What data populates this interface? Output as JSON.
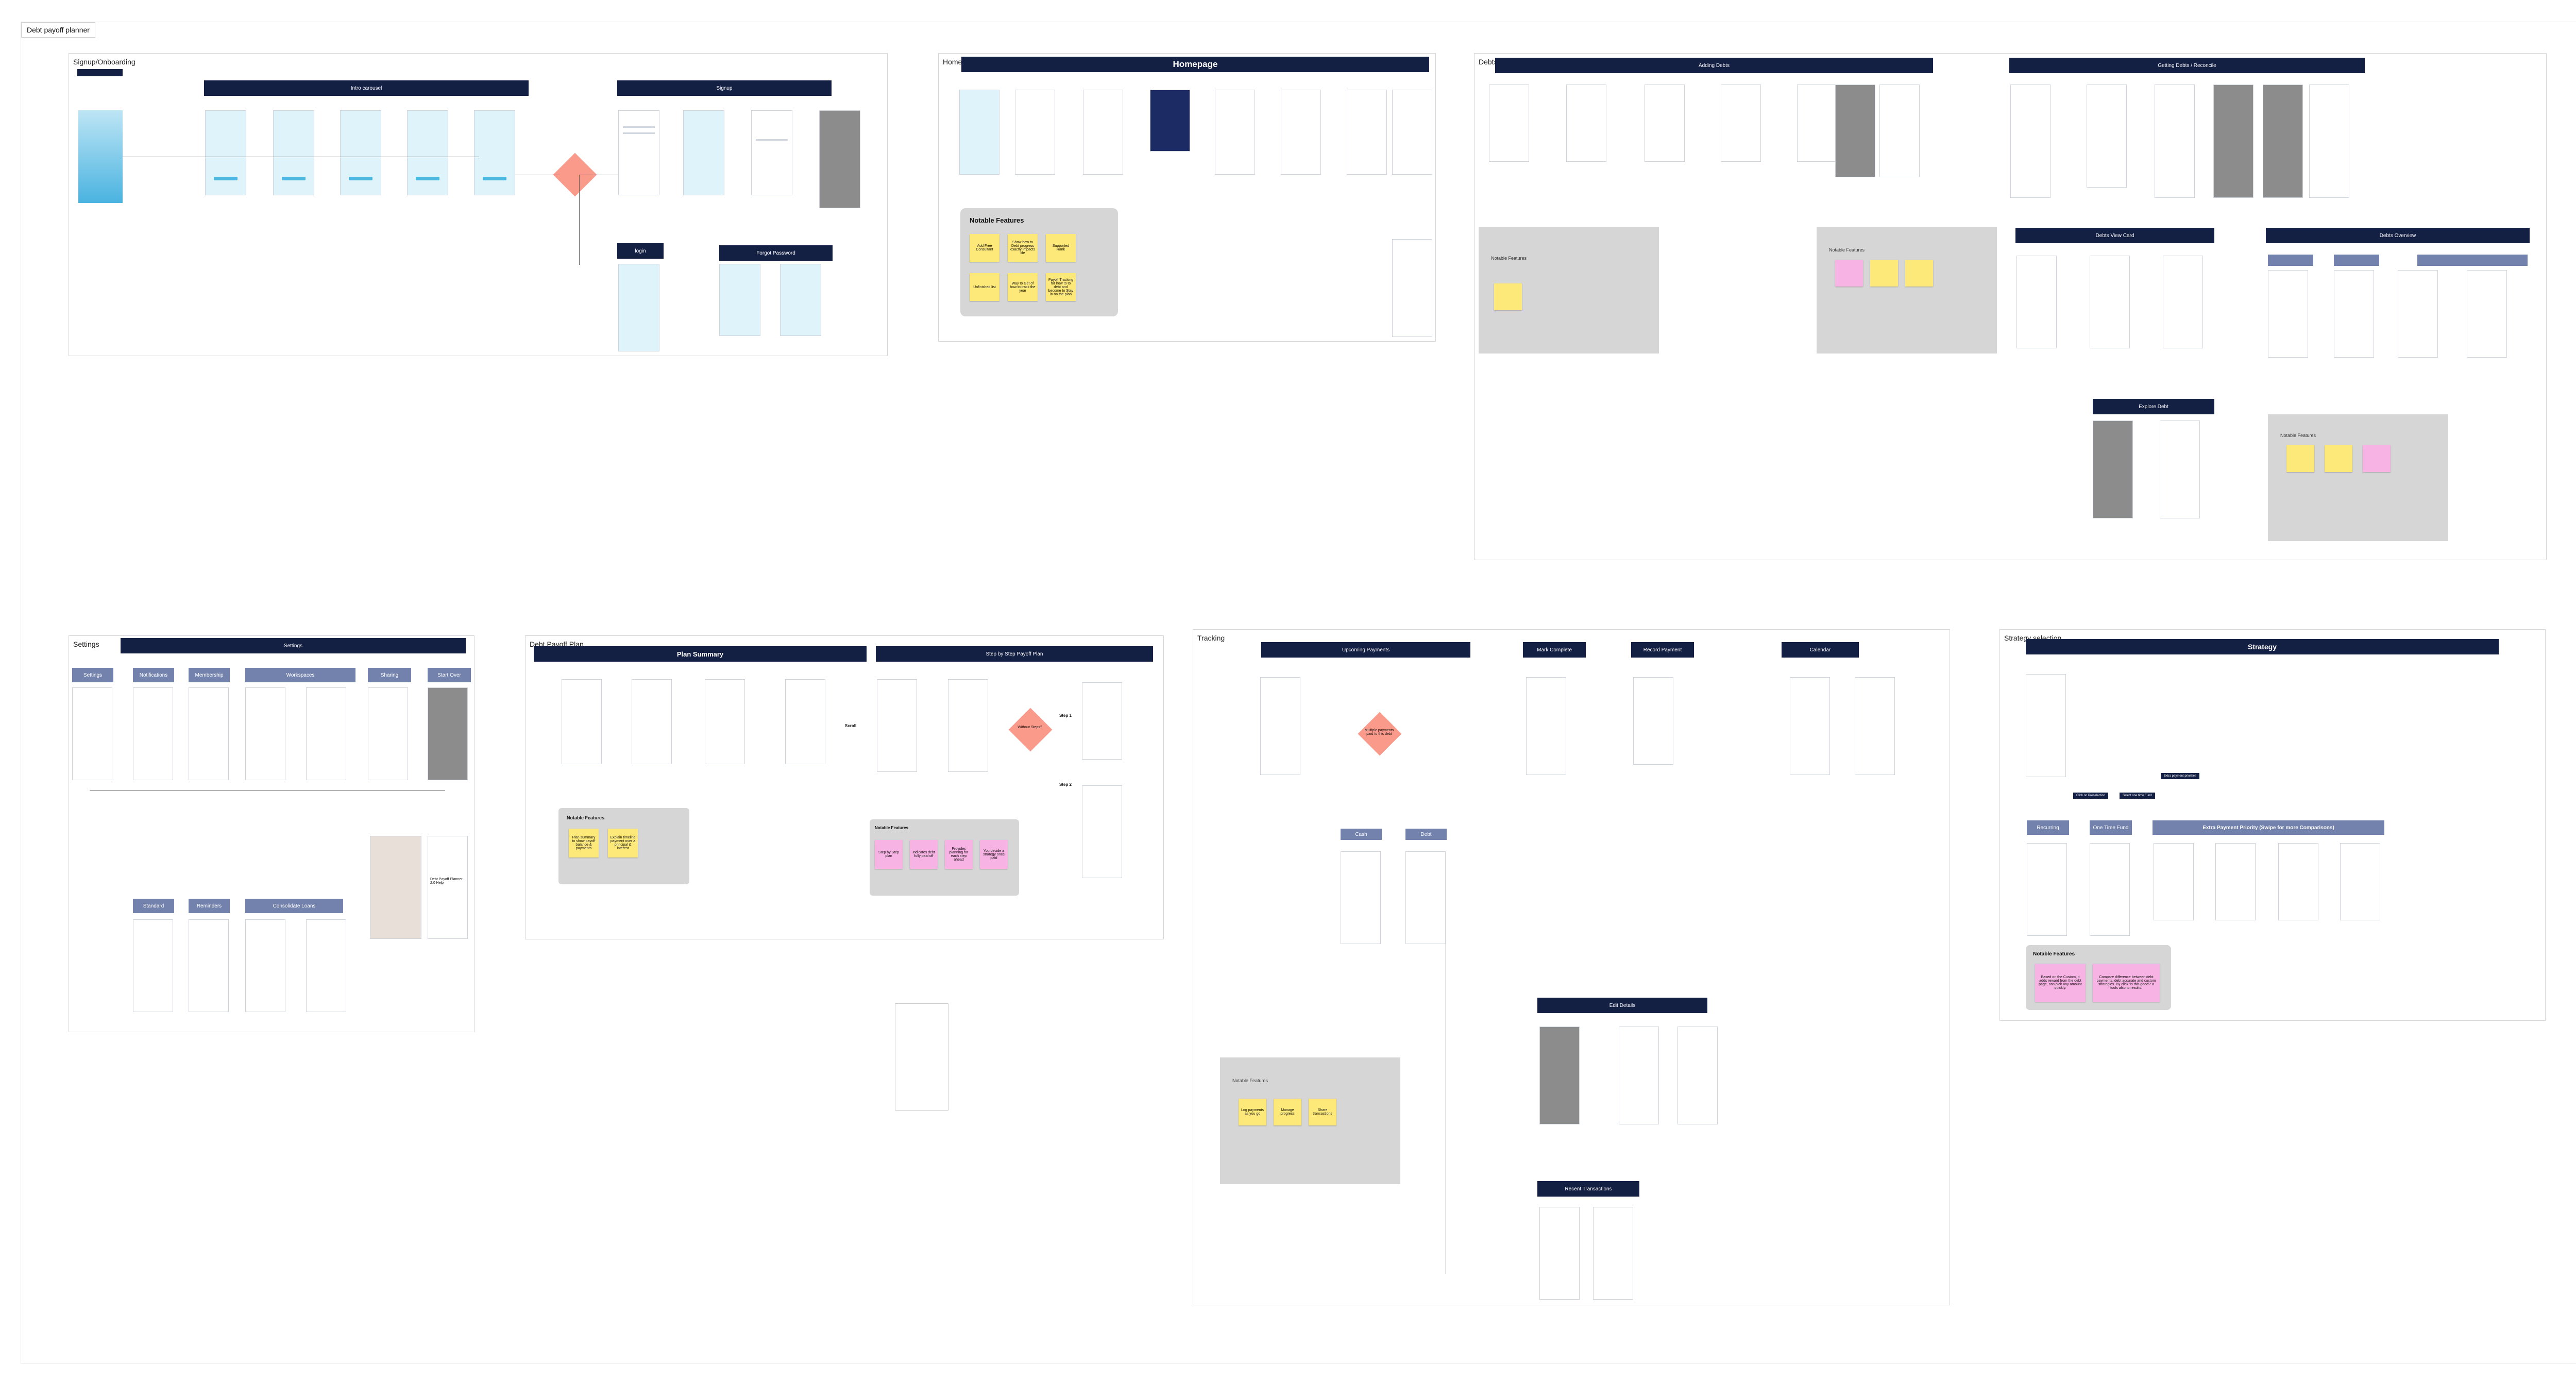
{
  "document_tab": "Debt payoff planner",
  "sections": {
    "signup": {
      "label": "Signup/Onboarding",
      "headers": [
        "Intro carousel",
        "Signup",
        "login",
        "Forgot Password"
      ]
    },
    "home": {
      "label": "Home",
      "header": "Homepage",
      "notable_title": "Notable Features",
      "notes": [
        "Add Free Consultant",
        "Show how to Debt progress exactly impacts life",
        "Supported Rank",
        "Unfinished list",
        "Way to Get of how to track the year",
        "Payoff Tracking for how to to debt and become to Stay in on the plan"
      ]
    },
    "debts": {
      "label": "Debts",
      "headers": [
        "Adding Debts",
        "Getting Debts / Reconcile",
        "Debts View Card",
        "Debts Overview",
        "Explore Debt"
      ],
      "gray1_label": "Notable Features",
      "gray2_label": "Notable Features",
      "gray3_label": "Notable Features"
    },
    "settings": {
      "label": "Settings",
      "header": "Settings",
      "tabs": [
        "Settings",
        "Notifications",
        "Membership",
        "Workspaces",
        "Sharing",
        "Start Over",
        "Standard",
        "Reminders",
        "Consolidate Loans"
      ],
      "video_title": "Debt Payoff Planner 2.0 Help"
    },
    "plan": {
      "label": "Debt Payoff Plan",
      "header1": "Plan Summary",
      "header2": "Step by Step Payoff Plan",
      "notable_title": "Notable Features",
      "notes1": [
        "Plan summary to show payoff balance & payments",
        "Explain timeline payment over a principal & interest"
      ],
      "notes2": [
        "Step by Step plan",
        "Indicates debt fully paid off",
        "Provides planning for each step ahead",
        "You decide a strategy once paid"
      ],
      "scroll": "Scroll",
      "step1": "Step 1",
      "step2": "Step 2",
      "decision": "Without Steps?"
    },
    "tracking": {
      "label": "Tracking",
      "headers": [
        "Upcoming Payments",
        "Mark Complete",
        "Record Payment",
        "Calendar",
        "Edit Details",
        "Recent Transactions"
      ],
      "sub": [
        "Cash",
        "Debt"
      ],
      "decision": "Multiple payments paid to this debt",
      "gray_label": "Notable Features",
      "notes": [
        "Log payments as you go",
        "Manage progress",
        "Share transactions"
      ]
    },
    "strategy": {
      "label": "Strategy selection",
      "header": "Strategy",
      "sub": [
        "Recurring",
        "One Time Fund",
        "Extra Payment Priority (Swipe for more Comparisons)"
      ],
      "pills": [
        "Click on Preselection",
        "Select one time Fund",
        "Extra payment priorities"
      ],
      "notable_title": "Notable Features",
      "notes": [
        "Based on the Custom, it adds reward from the debt page, can pick any amount quickly.",
        "Compare difference between debt payments, debt accurate and custom strategies. By click 'Is this good?' a tools also to results."
      ]
    }
  }
}
